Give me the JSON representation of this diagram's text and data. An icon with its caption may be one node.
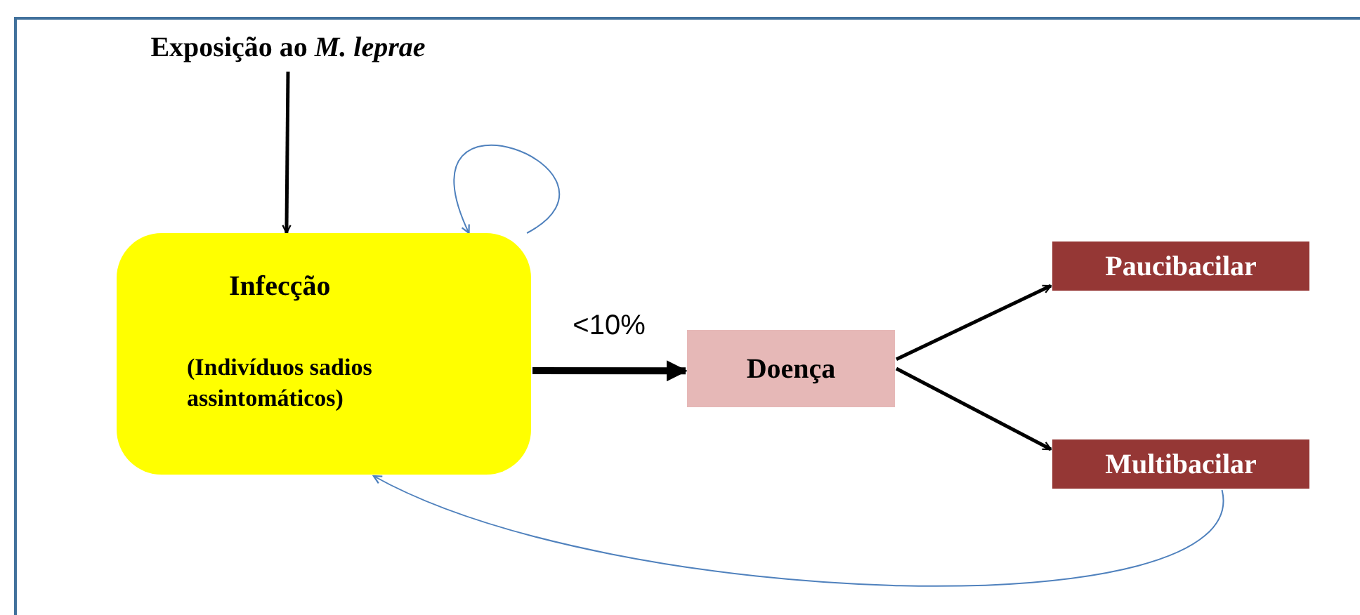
{
  "diagram": {
    "nodes": [
      {
        "text": [
          "Exposição ao *M. leprae*"
        ]
      },
      {
        "text": [
          "Infecção",
          "(Indivíduos sadios assintomáticos)"
        ]
      },
      {
        "text": [
          "Doença"
        ]
      },
      {
        "text": [
          "Paucibacilar"
        ]
      },
      {
        "text": [
          "Multibacilar"
        ]
      }
    ],
    "edges": [
      {
        "from": 0,
        "to": 1,
        "arrow": "to"
      },
      {
        "from": 1,
        "to": 1,
        "arrow": "to",
        "color": "#4f81bd"
      },
      {
        "from": 1,
        "to": 2,
        "arrow": "to",
        "label": "<10%",
        "style": "thick"
      },
      {
        "from": 2,
        "to": 3,
        "arrow": "to"
      },
      {
        "from": 2,
        "to": 4,
        "arrow": "to"
      },
      {
        "from": 4,
        "to": 1,
        "arrow": "to",
        "color": "#4f81bd"
      }
    ]
  }
}
